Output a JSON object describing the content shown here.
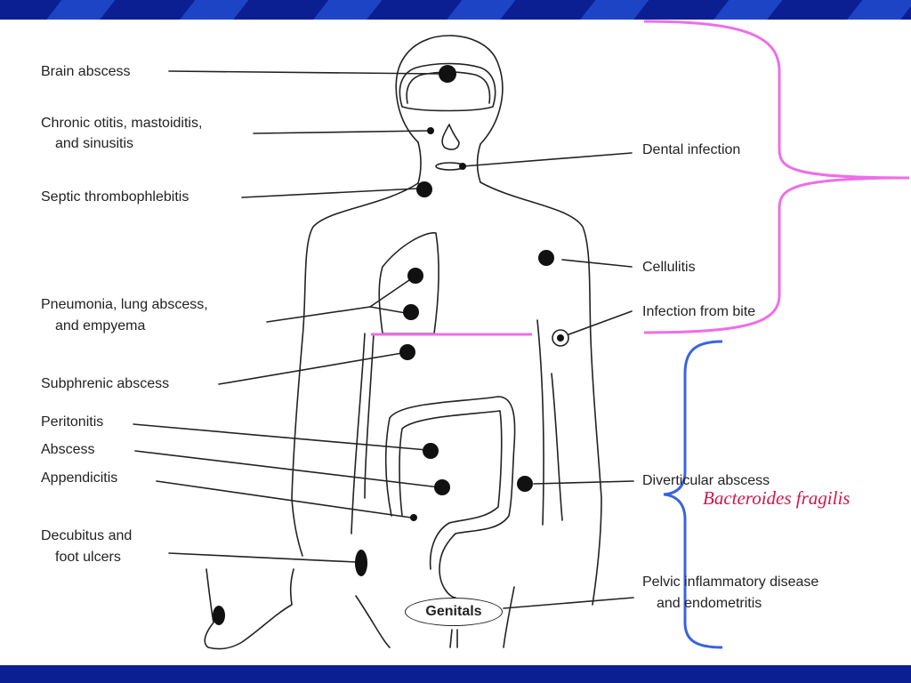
{
  "labels": {
    "brain_abscess": "Brain abscess",
    "otitis_line1": "Chronic otitis, mastoiditis,",
    "otitis_line2": "and sinusitis",
    "septic": "Septic thrombophlebitis",
    "pneumonia_line1": "Pneumonia, lung abscess,",
    "pneumonia_line2": "and empyema",
    "subphrenic": "Subphrenic abscess",
    "peritonitis": "Peritonitis",
    "abscess": "Abscess",
    "appendicitis": "Appendicitis",
    "decubitus_line1": "Decubitus and",
    "decubitus_line2": "foot ulcers",
    "dental": "Dental infection",
    "cellulitis": "Cellulitis",
    "bite": "Infection from bite",
    "diverticular": "Diverticular abscess",
    "pelvic_line1": "Pelvic inflammatory disease",
    "pelvic_line2": "and endometritis",
    "genitals": "Genitals"
  },
  "species": "Bacteroides fragilis",
  "colors": {
    "frame": "#0b1f93",
    "upper_brace": "#ee6ee8",
    "lower_brace": "#3a63e0",
    "species_text": "#d0164b",
    "ink": "#222222"
  }
}
